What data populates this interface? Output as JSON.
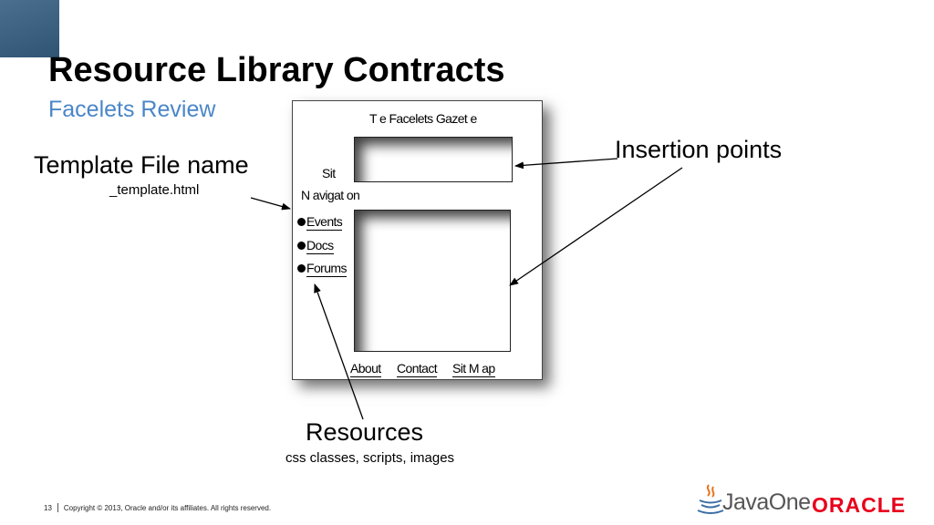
{
  "slide": {
    "title": "Resource Library Contracts",
    "subtitle": "Facelets Review"
  },
  "callouts": {
    "template": {
      "title": "Template File name",
      "detail": "_template.html"
    },
    "insertion": {
      "title": "Insertion points"
    },
    "resources": {
      "title": "Resources",
      "detail": "css classes, scripts, images"
    }
  },
  "mockup": {
    "heading": "T  e Facelets Gazet  e",
    "site_label": "Sit",
    "navigation_label": "N avigat  on",
    "nav_links": [
      "Events",
      "Docs",
      "Forums"
    ],
    "footer_links": [
      "About",
      "Contact",
      "Sit   M ap"
    ]
  },
  "footer": {
    "page_number": "13",
    "copyright": "Copyright © 2013, Oracle and/or its affiliates. All rights reserved."
  },
  "logos": {
    "javaone": "JavaOne",
    "oracle": "ORACLE"
  },
  "colors": {
    "subtitle": "#4a86c8",
    "corner_block": "#3a5f80",
    "oracle_red": "#e8001c"
  },
  "icons": [
    "java-cup-icon",
    "arrow-icon"
  ]
}
